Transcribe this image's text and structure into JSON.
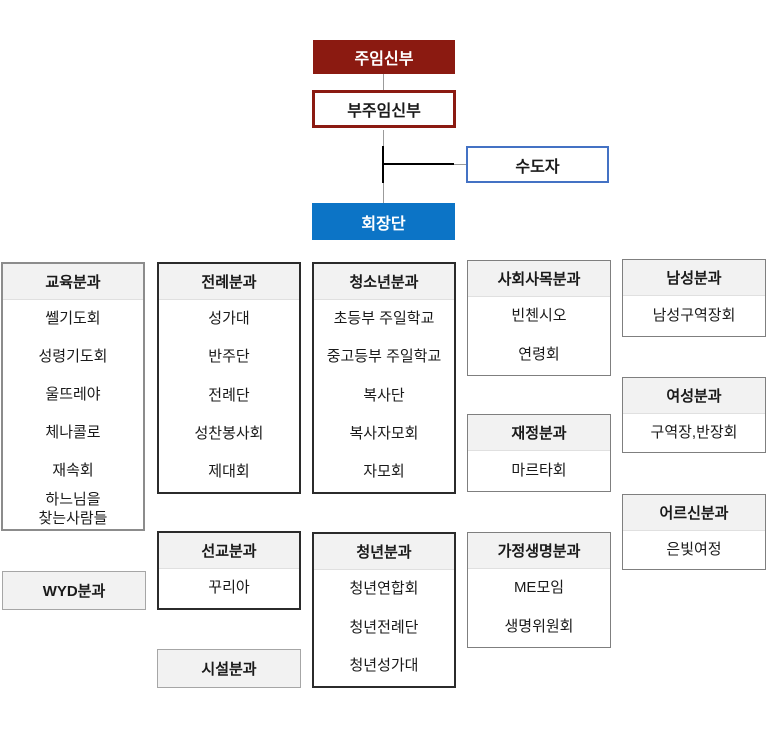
{
  "top_nodes": {
    "head_priest": "주임신부",
    "vice_head_priest": "부주임신부",
    "religious": "수도자",
    "council": "회장단"
  },
  "groups": [
    {
      "id": "education",
      "title": "교육분과",
      "items": [
        "쎌기도회",
        "성령기도회",
        "울뜨레야",
        "체나콜로",
        "재속회",
        "하느님을\n찾는사람들"
      ]
    },
    {
      "id": "liturgy",
      "title": "전례분과",
      "items": [
        "성가대",
        "반주단",
        "전례단",
        "성찬봉사회",
        "제대회"
      ]
    },
    {
      "id": "youth",
      "title": "청소년분과",
      "items": [
        "초등부 주일학교",
        "중고등부 주일학교",
        "복사단",
        "복사자모회",
        "자모회"
      ]
    },
    {
      "id": "social-ministry",
      "title": "사회사목분과",
      "items": [
        "빈첸시오",
        "연령회"
      ]
    },
    {
      "id": "men",
      "title": "남성분과",
      "items": [
        "남성구역장회"
      ]
    },
    {
      "id": "finance",
      "title": "재정분과",
      "items": [
        "마르타회"
      ]
    },
    {
      "id": "women",
      "title": "여성분과",
      "items": [
        "구역장,반장회"
      ]
    },
    {
      "id": "family-life",
      "title": "가정생명분과",
      "items": [
        "ME모임",
        "생명위원회"
      ]
    },
    {
      "id": "seniors",
      "title": "어르신분과",
      "items": [
        "은빛여정"
      ]
    },
    {
      "id": "mission",
      "title": "선교분과",
      "items": [
        "꾸리아"
      ]
    },
    {
      "id": "young-adult",
      "title": "청년분과",
      "items": [
        "청년연합회",
        "청년전례단",
        "청년성가대"
      ]
    },
    {
      "id": "wyd",
      "title": "WYD분과",
      "items": []
    },
    {
      "id": "facility",
      "title": "시설분과",
      "items": []
    }
  ],
  "colors": {
    "head_priest_fill": "#8b1a11",
    "vice_head_border": "#8b1a11",
    "council_fill": "#0c74c6",
    "religious_border": "#4472c4",
    "group_header_bg": "#f2f2f2",
    "connector_black": "#000000",
    "connector_gray": "#9b9b9b"
  }
}
